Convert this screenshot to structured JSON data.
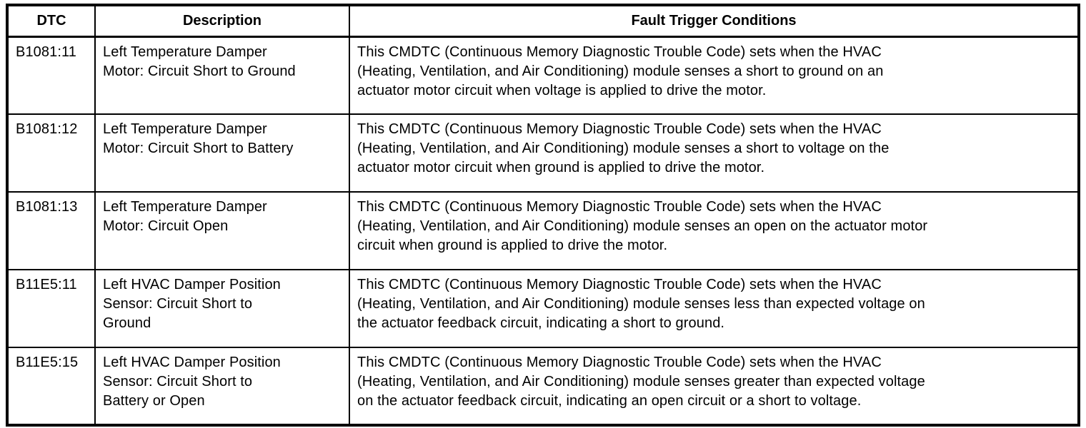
{
  "table": {
    "border_color": "#000000",
    "text_color": "#000000",
    "background_color": "#ffffff",
    "columns": [
      {
        "label": "DTC"
      },
      {
        "label": "Description"
      },
      {
        "label": "Fault Trigger Conditions"
      }
    ],
    "rows": [
      {
        "dtc": "B1081:11",
        "description": "Left Temperature Damper\nMotor: Circuit Short to Ground",
        "conditions": "This CMDTC (Continuous Memory Diagnostic Trouble Code) sets when the HVAC\n(Heating, Ventilation, and Air Conditioning) module senses a short to ground on an\nactuator motor circuit when voltage is applied to drive the motor."
      },
      {
        "dtc": "B1081:12",
        "description": "Left Temperature Damper\nMotor: Circuit Short to Battery",
        "conditions": "This CMDTC (Continuous Memory Diagnostic Trouble Code) sets when the HVAC\n(Heating, Ventilation, and Air Conditioning) module senses a short to voltage on the\nactuator motor circuit when ground is applied to drive the motor."
      },
      {
        "dtc": "B1081:13",
        "description": "Left Temperature Damper\nMotor: Circuit Open",
        "conditions": "This CMDTC (Continuous Memory Diagnostic Trouble Code) sets when the HVAC\n(Heating, Ventilation, and Air Conditioning) module senses an open on the actuator motor\ncircuit when ground is applied to drive the motor."
      },
      {
        "dtc": "B11E5:11",
        "description": "Left HVAC Damper Position\nSensor: Circuit Short to\nGround",
        "conditions": "This CMDTC (Continuous Memory Diagnostic Trouble Code) sets when the HVAC\n(Heating, Ventilation, and Air Conditioning) module senses less than expected voltage on\nthe actuator feedback circuit, indicating a short to ground."
      },
      {
        "dtc": "B11E5:15",
        "description": "Left HVAC Damper Position\nSensor: Circuit Short to\nBattery or Open",
        "conditions": "This CMDTC (Continuous Memory Diagnostic Trouble Code) sets when the HVAC\n(Heating, Ventilation, and Air Conditioning) module senses greater than expected voltage\non the actuator feedback circuit, indicating an open circuit or a short to voltage."
      }
    ]
  }
}
